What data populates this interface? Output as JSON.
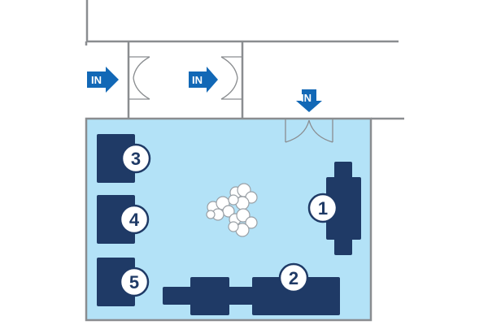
{
  "colors": {
    "room_fill": "#b3e2f7",
    "block": "#1f3a66",
    "arrow": "#1268b6",
    "wall": "#8a8d90"
  },
  "entrances": [
    {
      "label": "IN",
      "direction": "right"
    },
    {
      "label": "IN",
      "direction": "right"
    },
    {
      "label": "IN",
      "direction": "down"
    }
  ],
  "stations": [
    {
      "number": "1"
    },
    {
      "number": "2"
    },
    {
      "number": "3"
    },
    {
      "number": "4"
    },
    {
      "number": "5"
    }
  ],
  "center_feature": "cloud-cluster"
}
